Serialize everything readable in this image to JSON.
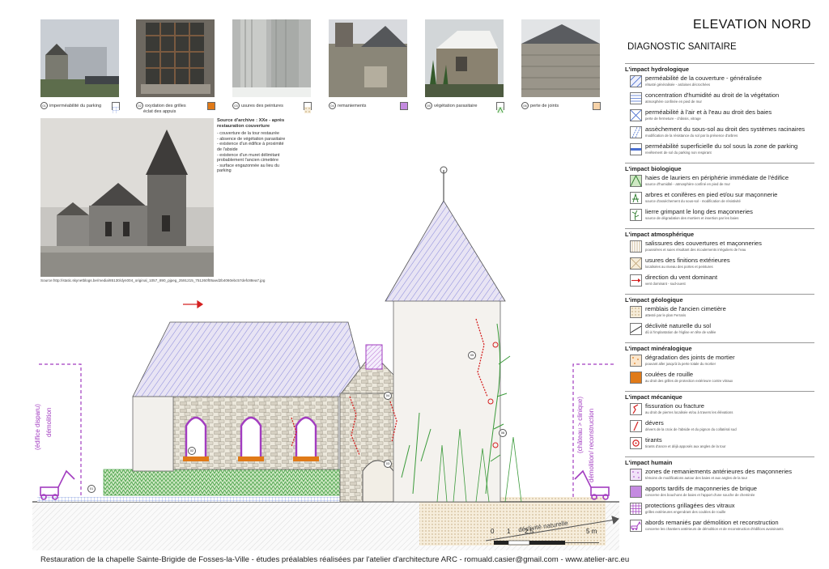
{
  "header": {
    "title": "ELEVATION NORD",
    "subtitle": "DIAGNOSTIC SANITAIRE"
  },
  "photos": [
    {
      "num": "01",
      "label": "imperméabilité du parking",
      "swatch": "#4a6fd0",
      "pattern": "grid-blue"
    },
    {
      "num": "02",
      "label": "oxydation des grilles",
      "label2": "éclat des appuis",
      "swatch": "#e07a18",
      "pattern": "solid-orange"
    },
    {
      "num": "03",
      "label": "usures des peintures",
      "swatch": "#b8a070",
      "pattern": "hatch-tan"
    },
    {
      "num": "04",
      "label": "remaniements",
      "swatch": "#b86ad4",
      "pattern": "solid-violet"
    },
    {
      "num": "05",
      "label": "végétation parasitaire",
      "swatch": "#3a9a3a",
      "pattern": "hatch-green"
    },
    {
      "num": "06",
      "label": "perte de joints",
      "swatch": "#e8a060",
      "pattern": "dots-orange"
    }
  ],
  "archive": {
    "title": "Source d'archive : XXe - après restauration couverture",
    "bullets": [
      "- couverture de la tour restaurée",
      "- absence de végétation parasitaire",
      "- existence d'un édifice à proximité de l'abside",
      "- existence d'un muret délimitant probablement l'ancien cimetière",
      "- surface engazonnée au lieu du parking"
    ],
    "source": "Source:http://static.skynetblogs.be/media/85130/dyn004_original_1057_890_pjpeg_2591215_751260f05aed2b4060ebc57defc88ea7.jpg"
  },
  "elevation": {
    "left_label_1": "(édifice disparu)",
    "left_label_2": "démolition",
    "right_label_1": "(château > clinique)",
    "right_label_2": "démolition/ reconstruction",
    "slope_label": "déclivité naturelle",
    "markers": [
      "01",
      "02",
      "03",
      "04",
      "05",
      "06"
    ]
  },
  "legend": [
    {
      "section": "L'impact hydrologique",
      "items": [
        {
          "title": "perméabilité de la couverture - généralisée",
          "sub": "rétusté généralisée - ardoises décrochées",
          "icon": "hatch-blue"
        },
        {
          "title": "concentration d'humidité au droit de la végétation",
          "sub": "atmosphère confinée en pied de mur",
          "icon": "lines-blue"
        },
        {
          "title": "perméabilité à l'air et à l'eau au droit des baies",
          "sub": "perte de fermeture - châssis, vitrage",
          "icon": "cross-blue"
        },
        {
          "title": "assèchement du sous-sol au droit des systèmes racinaires",
          "sub": "modification de la résistance du sol par la présence d'arbres",
          "icon": "diag-blue"
        },
        {
          "title": "perméabilité superficielle du sol sous la zone de parking",
          "sub": "revêtement de sol du parking non respirant",
          "icon": "bar-blue"
        }
      ]
    },
    {
      "section": "L'impact biologique",
      "items": [
        {
          "title": "haies de lauriers en périphérie immédiate de l'édifice",
          "sub": "source d'humidité - atmosphère confiné en pied de mur",
          "icon": "check-green"
        },
        {
          "title": "arbres et conifères en pied et/ou sur maçonnerie",
          "sub": "source d'assèchement du sous-sol - modification de résistivité",
          "icon": "tree-green"
        },
        {
          "title": "lierre grimpant le long des maçonneries",
          "sub": "source de dégradation des mortiers et insertion par les baies",
          "icon": "ivy-green"
        }
      ]
    },
    {
      "section": "L'impact atmosphérique",
      "items": [
        {
          "title": "salissures des couvertures et maçonneries",
          "sub": "poussières et suies résultant des écoulements irréguliers de l'eau",
          "icon": "vlines-tan"
        },
        {
          "title": "usures des finitions extérieures",
          "sub": "localisées au niveau des portes et peintures",
          "icon": "cross-tan"
        },
        {
          "title": "direction du vent dominant",
          "sub": "vent dominant - sud-ouest",
          "icon": "arrow-red"
        }
      ]
    },
    {
      "section": "L'impact géologique",
      "items": [
        {
          "title": "remblais de l'ancien cimetière",
          "sub": "attesté par le plan Ferraris",
          "icon": "dots-tan"
        },
        {
          "title": "déclivité naturelle du sol",
          "sub": "dû à l'implantation de l'église en tête de vallée",
          "icon": "slope"
        }
      ]
    },
    {
      "section": "L'impact minéralogique",
      "items": [
        {
          "title": "dégradation des joints de mortier",
          "sub": "pouvant aller jusqu'à la perte totale du mortier",
          "icon": "dots-orange"
        },
        {
          "title": "coulées de rouille",
          "sub": "au droit des grilles de protection extérieure contre vitraux",
          "icon": "solid-orange"
        }
      ]
    },
    {
      "section": "L'impact mécanique",
      "items": [
        {
          "title": "fissuration ou fracture",
          "sub": "au droit de pierres localisée et/ou à travers les élévations",
          "icon": "crack-red"
        },
        {
          "title": "dévers",
          "sub": "dévers de la croix de l'abside et du pignon du collatéral sud",
          "icon": "lean-red"
        },
        {
          "title": "tirants",
          "sub": "tirants d'ancre et déjà apposés aux angles de la tour",
          "icon": "ring-red"
        }
      ]
    },
    {
      "section": "L'impact humain",
      "items": [
        {
          "title": "zones de remaniements antérieures des maçonneries",
          "sub": "témoins de modifications autour des baies et aux angles de la tour",
          "icon": "dots-violet"
        },
        {
          "title": "apports tardifs de maçonneries de brique",
          "sub": "concerne des bouchons de baies et l'apport d'une souche de cheminée",
          "icon": "solid-violet"
        },
        {
          "title": "protections grillagées des vitraux",
          "sub": "grilles extérieures engendrant des coulées de rouille",
          "icon": "grid-violet"
        },
        {
          "title": "abords remaniés par démolition et reconstruction",
          "sub": "concerne les chantiers antérieurs de démolition et de reconstruction d'édifices avoisinants",
          "icon": "digger-violet"
        }
      ]
    }
  ],
  "scale": {
    "ticks": [
      "0",
      "1",
      "2.5",
      "5 m"
    ]
  },
  "footer": "Restauration de la chapelle Sainte-Brigide de Fosses-la-Ville - études préalables réalisées par l'atelier d'architecture ARC - romuald.casier@gmail.com - www.atelier-arc.eu",
  "colors": {
    "accent_violet": "#a23cc0",
    "water_blue": "#4a6fd0",
    "rust_orange": "#e07a18",
    "veg_green": "#3a9a3a",
    "crack_red": "#d42020"
  }
}
